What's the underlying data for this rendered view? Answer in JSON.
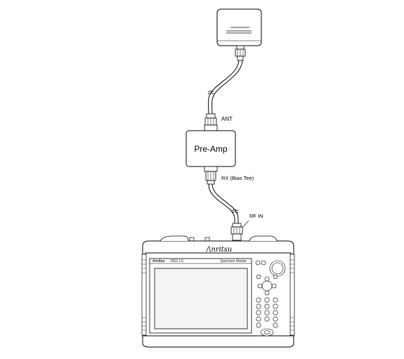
{
  "labels": {
    "ant": "ANT",
    "preamp": "Pre-Amp",
    "rx": "RX (Bias Tee)",
    "rf_in": "RF IN"
  },
  "instrument": {
    "brand_top": "/\\nritsu",
    "brand_screen": "Anritsu",
    "model_screen": "MS2    LS",
    "product_name": "Spectrum Master"
  },
  "colors": {
    "line": "#000000",
    "fill": "#ffffff",
    "screen": "#f4f4f4"
  }
}
